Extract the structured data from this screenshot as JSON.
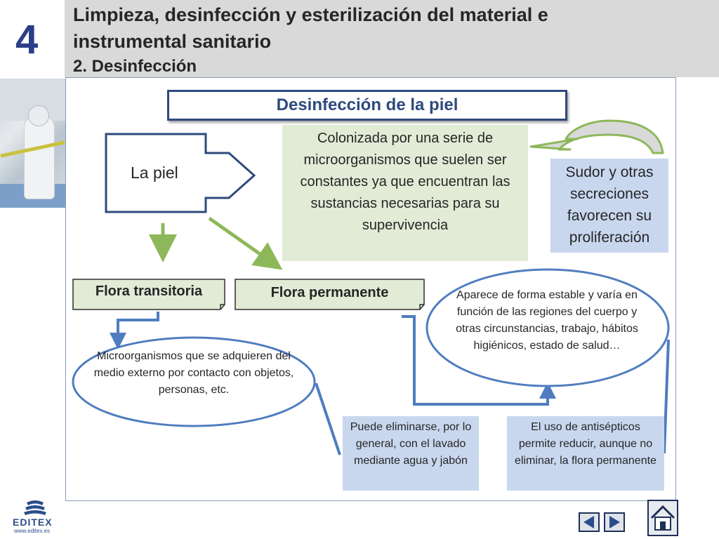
{
  "header": {
    "chapter_number": "4",
    "title_line1": "Limpieza, desinfección y esterilización del material e",
    "title_line2": "instrumental sanitario",
    "subtitle": "2. Desinfección"
  },
  "diagram": {
    "title": "Desinfección de la piel",
    "skin_label": "La piel",
    "colonized_text": "Colonizada por una serie de microorganismos que suelen ser constantes ya que encuentran las sustancias necesarias para su supervivencia",
    "sweat_text": "Sudor y otras secreciones favorecen su proliferación",
    "transient_flora": "Flora transitoria",
    "permanent_flora": "Flora permanente",
    "transient_desc": "Microorganismos que se adquieren del medio externo por contacto con objetos, personas, etc.",
    "permanent_desc": "Aparece de forma estable  y varía en función de las regiones del cuerpo y otras circunstancias, trabajo, hábitos higiénicos, estado de salud…",
    "removal_text": "Puede eliminarse, por lo general, con el lavado mediante agua y jabón",
    "antiseptic_text": "El uso de antisépticos permite reducir, aunque no eliminar, la flora permanente"
  },
  "footer": {
    "brand": "EDITEX",
    "url": "www.editex.es"
  },
  "colors": {
    "navy": "#2e4a7d",
    "green_fill": "#e2ebd6",
    "blue_fill": "#c9d7ee",
    "arrow_green": "#8db85a",
    "arrow_blue": "#4f7dbf"
  }
}
